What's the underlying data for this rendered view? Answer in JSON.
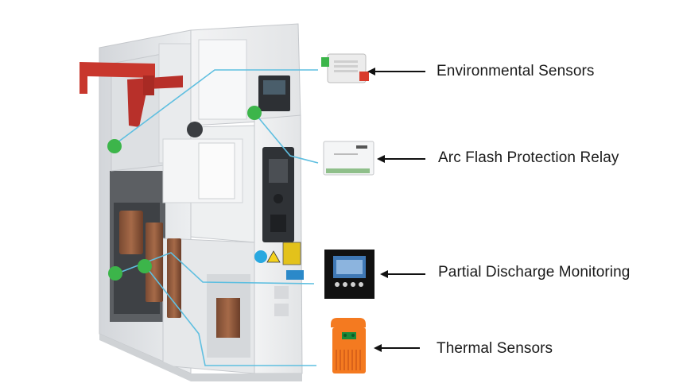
{
  "labels": {
    "environmental": "Environmental Sensors",
    "arc_flash": "Arc Flash Protection Relay",
    "partial_discharge": "Partial Discharge Monitoring",
    "thermal": "Thermal Sensors"
  },
  "colors": {
    "sensor_marker": "#3cb54a",
    "ultrasonic_marker": "#29a8e0",
    "leader_line": "#5fbfe0",
    "busbar": "#c8372d",
    "thermal_sensor": "#f47a20",
    "cabinet": "#e8eaec"
  },
  "icons": {
    "environmental": "environmental-sensor-icon",
    "arc_flash": "arc-relay-icon",
    "partial_discharge": "pd-monitor-icon",
    "thermal": "thermal-sensor-icon"
  }
}
